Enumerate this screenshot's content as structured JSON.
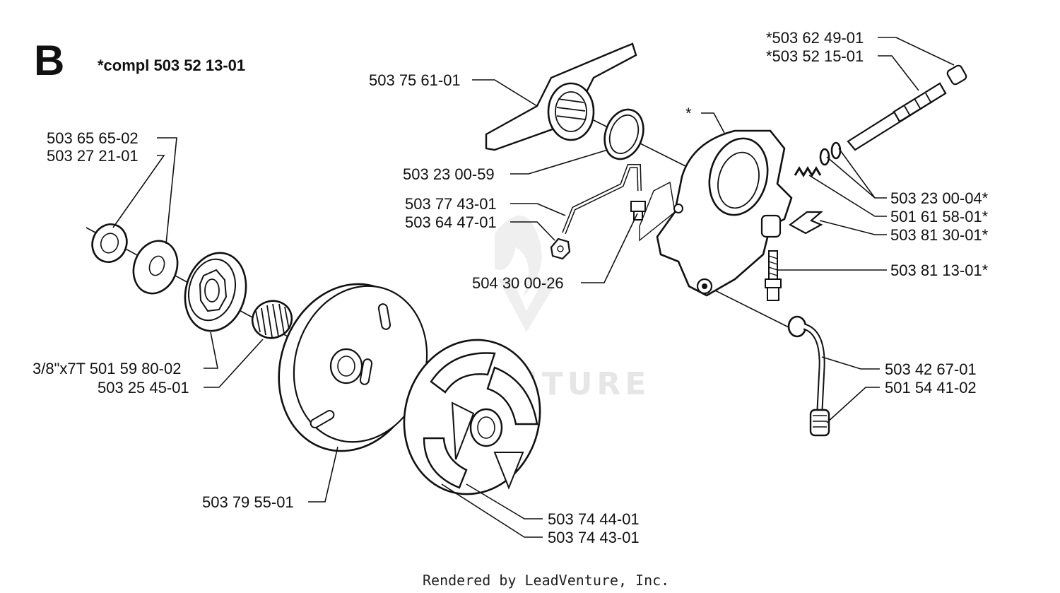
{
  "section_letter": "B",
  "kit_note": "*compl 503 52 13-01",
  "watermark": "LEADVENTURE",
  "footer": "Rendered by LeadVenture, Inc.",
  "parts": {
    "p_503_62_49_01": "*503 62 49-01",
    "p_503_52_15_01": "*503 52 15-01",
    "p_503_75_61_01": "503 75 61-01",
    "p_star": "*",
    "p_503_65_65_02": "503 65 65-02",
    "p_503_27_21_01": "503 27 21-01",
    "p_503_23_00_59": "503 23 00-59",
    "p_503_23_00_04": "503 23 00-04*",
    "p_503_77_43_01": "503 77 43-01",
    "p_501_61_58_01": "501 61 58-01*",
    "p_503_64_47_01": "503 64 47-01",
    "p_503_81_30_01": "503 81 30-01*",
    "p_503_81_13_01": "503 81 13-01*",
    "p_504_30_00_26": "504 30 00-26",
    "p_501_59_80_02": "3/8\"x7T 501 59 80-02",
    "p_503_25_45_01": "503 25 45-01",
    "p_503_42_67_01": "503 42 67-01",
    "p_501_54_41_02": "501 54 41-02",
    "p_503_79_55_01": "503 79 55-01",
    "p_503_74_44_01": "503 74 44-01",
    "p_503_74_43_01": "503 74 43-01"
  }
}
